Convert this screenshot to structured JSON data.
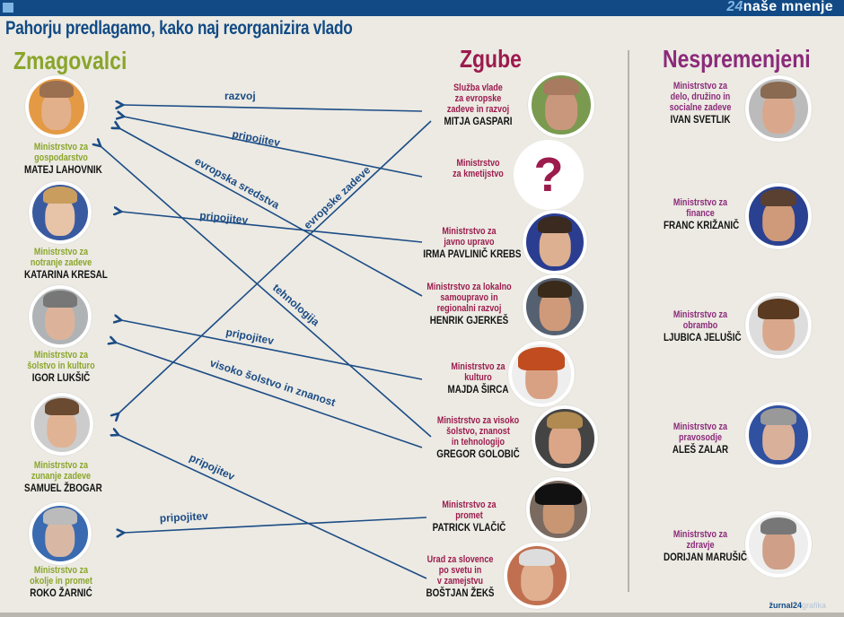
{
  "header": {
    "brand_number": "24",
    "brand_text": "naše mnenje",
    "title": "Pahorju predlagamo, kako naj reorganizira vlado"
  },
  "columns": {
    "winners": "Zmagovalci",
    "losers": "Zgube",
    "unchanged": "Nespremenjeni"
  },
  "winners": [
    {
      "ministry": "Ministrstvo za gospodarstvo",
      "ministry_l1": "Ministrstvo za",
      "ministry_l2": "gospodarstvo",
      "name": "MATEJ LAHOVNIK"
    },
    {
      "ministry": "Ministrstvo za notranje zadeve",
      "ministry_l1": "Ministrstvo za",
      "ministry_l2": "notranje zadeve",
      "name": "KATARINA KRESAL"
    },
    {
      "ministry": "Ministrstvo za šolstvo in kulturo",
      "ministry_l1": "Ministrstvo za",
      "ministry_l2": "šolstvo in kulturo",
      "name": "IGOR LUKŠIČ"
    },
    {
      "ministry": "Ministrstvo za zunanje zadeve",
      "ministry_l1": "Ministrstvo za",
      "ministry_l2": "zunanje zadeve",
      "name": "SAMUEL ŽBOGAR"
    },
    {
      "ministry": "Ministrstvo za okolje in promet",
      "ministry_l1": "Ministrstvo za",
      "ministry_l2": "okolje in promet",
      "name": "ROKO ŽARNIĆ"
    }
  ],
  "losers": [
    {
      "lines": [
        "Služba vlade",
        "za  evropske",
        "zadeve in razvoj"
      ],
      "name": "MITJA GASPARI"
    },
    {
      "lines": [
        "Ministrstvo",
        "za kmetijstvo"
      ],
      "name": "",
      "unknown": "?"
    },
    {
      "lines": [
        "Ministrstvo za",
        "javno upravo"
      ],
      "name": "IRMA PAVLINIČ KREBS"
    },
    {
      "lines": [
        "Ministrstvo za lokalno",
        "samoupravo in",
        "regionalni razvoj"
      ],
      "name": "HENRIK GJERKEŠ"
    },
    {
      "lines": [
        "Ministrstvo za",
        "kulturo"
      ],
      "name": "MAJDA ŠIRCA"
    },
    {
      "lines": [
        "Ministrstvo za visoko",
        "šolstvo, znanost",
        "in tehnologijo"
      ],
      "name": "GREGOR GOLOBIČ"
    },
    {
      "lines": [
        "Ministrstvo za",
        "promet"
      ],
      "name": "PATRICK VLAČIČ"
    },
    {
      "lines": [
        "Urad za slovence",
        "po svetu in",
        "v zamejstvu"
      ],
      "name": "BOŠTJAN ŽEKŠ"
    }
  ],
  "unchanged": [
    {
      "lines": [
        "Ministrstvo za",
        "delo, družino in",
        "socialne zadeve"
      ],
      "name": "IVAN SVETLIK"
    },
    {
      "lines": [
        "Ministrstvo za",
        "finance"
      ],
      "name": "FRANC KRIŽANIČ"
    },
    {
      "lines": [
        "Ministrstvo za",
        "obrambo"
      ],
      "name": "LJUBICA JELUŠIČ"
    },
    {
      "lines": [
        "Ministrstvo za",
        "pravosodje"
      ],
      "name": "ALEŠ ZALAR"
    },
    {
      "lines": [
        "Ministrstvo za",
        "zdravje"
      ],
      "name": "DORIJAN MARUŠIČ"
    }
  ],
  "arrows": [
    {
      "label": "razvoj",
      "from": "MITJA GASPARI",
      "to": "MATEJ LAHOVNIK"
    },
    {
      "label": "pripojitev",
      "from": "Ministrstvo za kmetijstvo",
      "to": "MATEJ LAHOVNIK"
    },
    {
      "label": "evropska sredstva",
      "from": "HENRIK GJERKEŠ",
      "to": "MATEJ LAHOVNIK"
    },
    {
      "label": "tehnologija",
      "from": "GREGOR GOLOBIČ",
      "to": "MATEJ LAHOVNIK"
    },
    {
      "label": "pripojitev",
      "from": "IRMA PAVLINIČ KREBS",
      "to": "KATARINA KRESAL"
    },
    {
      "label": "evropske zadeve",
      "from": "MITJA GASPARI",
      "to": "SAMUEL ŽBOGAR"
    },
    {
      "label": "pripojitev",
      "from": "MAJDA ŠIRCA",
      "to": "IGOR LUKŠIČ"
    },
    {
      "label": "visoko šolstvo in znanost",
      "from": "GREGOR GOLOBIČ",
      "to": "IGOR LUKŠIČ"
    },
    {
      "label": "pripojitev",
      "from": "BOŠTJAN ŽEKŠ",
      "to": "SAMUEL ŽBOGAR"
    },
    {
      "label": "pripojitev",
      "from": "PATRICK VLAČIČ",
      "to": "ROKO ŽARNIĆ"
    }
  ],
  "credit": {
    "brand": "žurnal24",
    "suffix": "grafika"
  },
  "colors": {
    "header_blue": "#114a85",
    "winners_green": "#8aa52a",
    "losers_red": "#9c1b4d",
    "unchanged_purple": "#8b2a7a",
    "arrow_blue": "#1c4c85",
    "background": "#eceae3"
  }
}
